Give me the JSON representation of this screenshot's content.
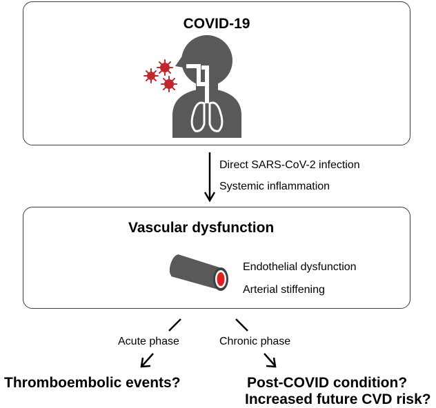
{
  "top_box": {
    "title": "COVID-19"
  },
  "arrow_labels": {
    "line1": "Direct SARS-CoV-2 infection",
    "line2": "Systemic inflammation"
  },
  "vascular_box": {
    "title": "Vascular dysfunction",
    "item1": "Endothelial dysfunction",
    "item2": "Arterial stiffening"
  },
  "branches": {
    "left_label": "Acute phase",
    "right_label": "Chronic phase",
    "left_outcome": "Thromboembolic events?",
    "right_outcome_line1": "Post-COVID condition?",
    "right_outcome_line2": "Increased future CVD risk?"
  },
  "colors": {
    "icon_gray": "#595959",
    "virus_red": "#c0282d",
    "vessel_lumen": "#e02020"
  },
  "icons": [
    "person-respiratory-icon",
    "virus-particle-icon",
    "blood-vessel-icon"
  ]
}
